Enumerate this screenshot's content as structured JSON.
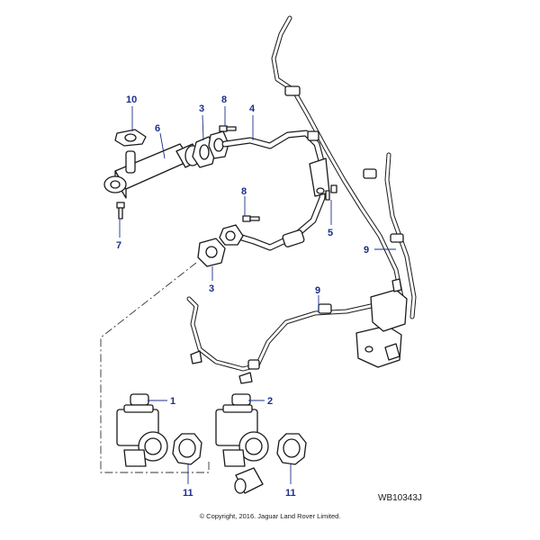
{
  "diagram": {
    "callouts": {
      "c1": "1",
      "c2": "2",
      "c3a": "3",
      "c3b": "3",
      "c4": "4",
      "c5": "5",
      "c6": "6",
      "c7": "7",
      "c8a": "8",
      "c8b": "8",
      "c9a": "9",
      "c9b": "9",
      "c10": "10",
      "c11a": "11",
      "c11b": "11"
    },
    "reference_code": "WB10343J",
    "copyright": "© Copyright, 2016. Jaguar Land Rover Limited.",
    "colors": {
      "callout": "#1a2f8a",
      "line": "#1a1a1a"
    }
  }
}
